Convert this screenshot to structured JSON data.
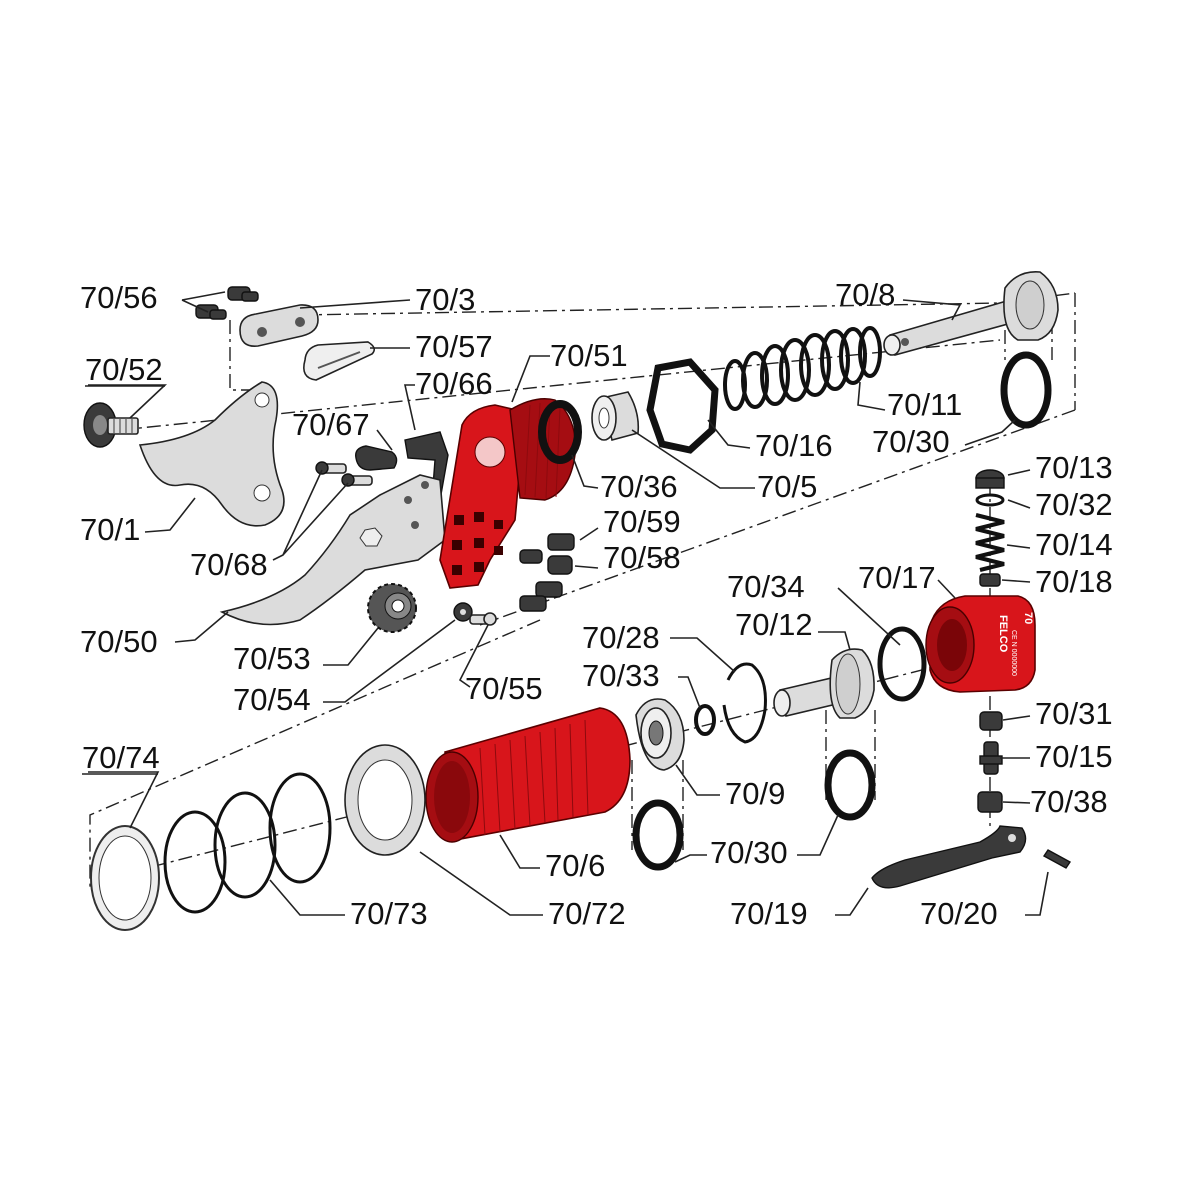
{
  "labels": {
    "p70_56": "70/56",
    "p70_3": "70/3",
    "p70_8": "70/8",
    "p70_57": "70/57",
    "p70_52": "70/52",
    "p70_51": "70/51",
    "p70_66": "70/66",
    "p70_67": "70/67",
    "p70_11": "70/11",
    "p70_16": "70/16",
    "p70_30_top": "70/30",
    "p70_1": "70/1",
    "p70_36": "70/36",
    "p70_5": "70/5",
    "p70_13": "70/13",
    "p70_32": "70/32",
    "p70_59": "70/59",
    "p70_68": "70/68",
    "p70_58": "70/58",
    "p70_14": "70/14",
    "p70_34": "70/34",
    "p70_17": "70/17",
    "p70_18": "70/18",
    "p70_12": "70/12",
    "p70_50": "70/50",
    "p70_28": "70/28",
    "p70_53": "70/53",
    "p70_33": "70/33",
    "p70_55": "70/55",
    "p70_54": "70/54",
    "p70_31": "70/31",
    "p70_15": "70/15",
    "p70_74": "70/74",
    "p70_9": "70/9",
    "p70_38": "70/38",
    "p70_6": "70/6",
    "p70_30_mid": "70/30",
    "p70_73": "70/73",
    "p70_72": "70/72",
    "p70_19": "70/19",
    "p70_20": "70/20"
  },
  "body_marking": {
    "brand": "FELCO",
    "model": "70",
    "fine_print": "CE N 0000000"
  },
  "colors": {
    "red_parts": "#d8151b",
    "steel_parts": "#dcdcdc",
    "rubber_parts": "#3a3a3a"
  }
}
